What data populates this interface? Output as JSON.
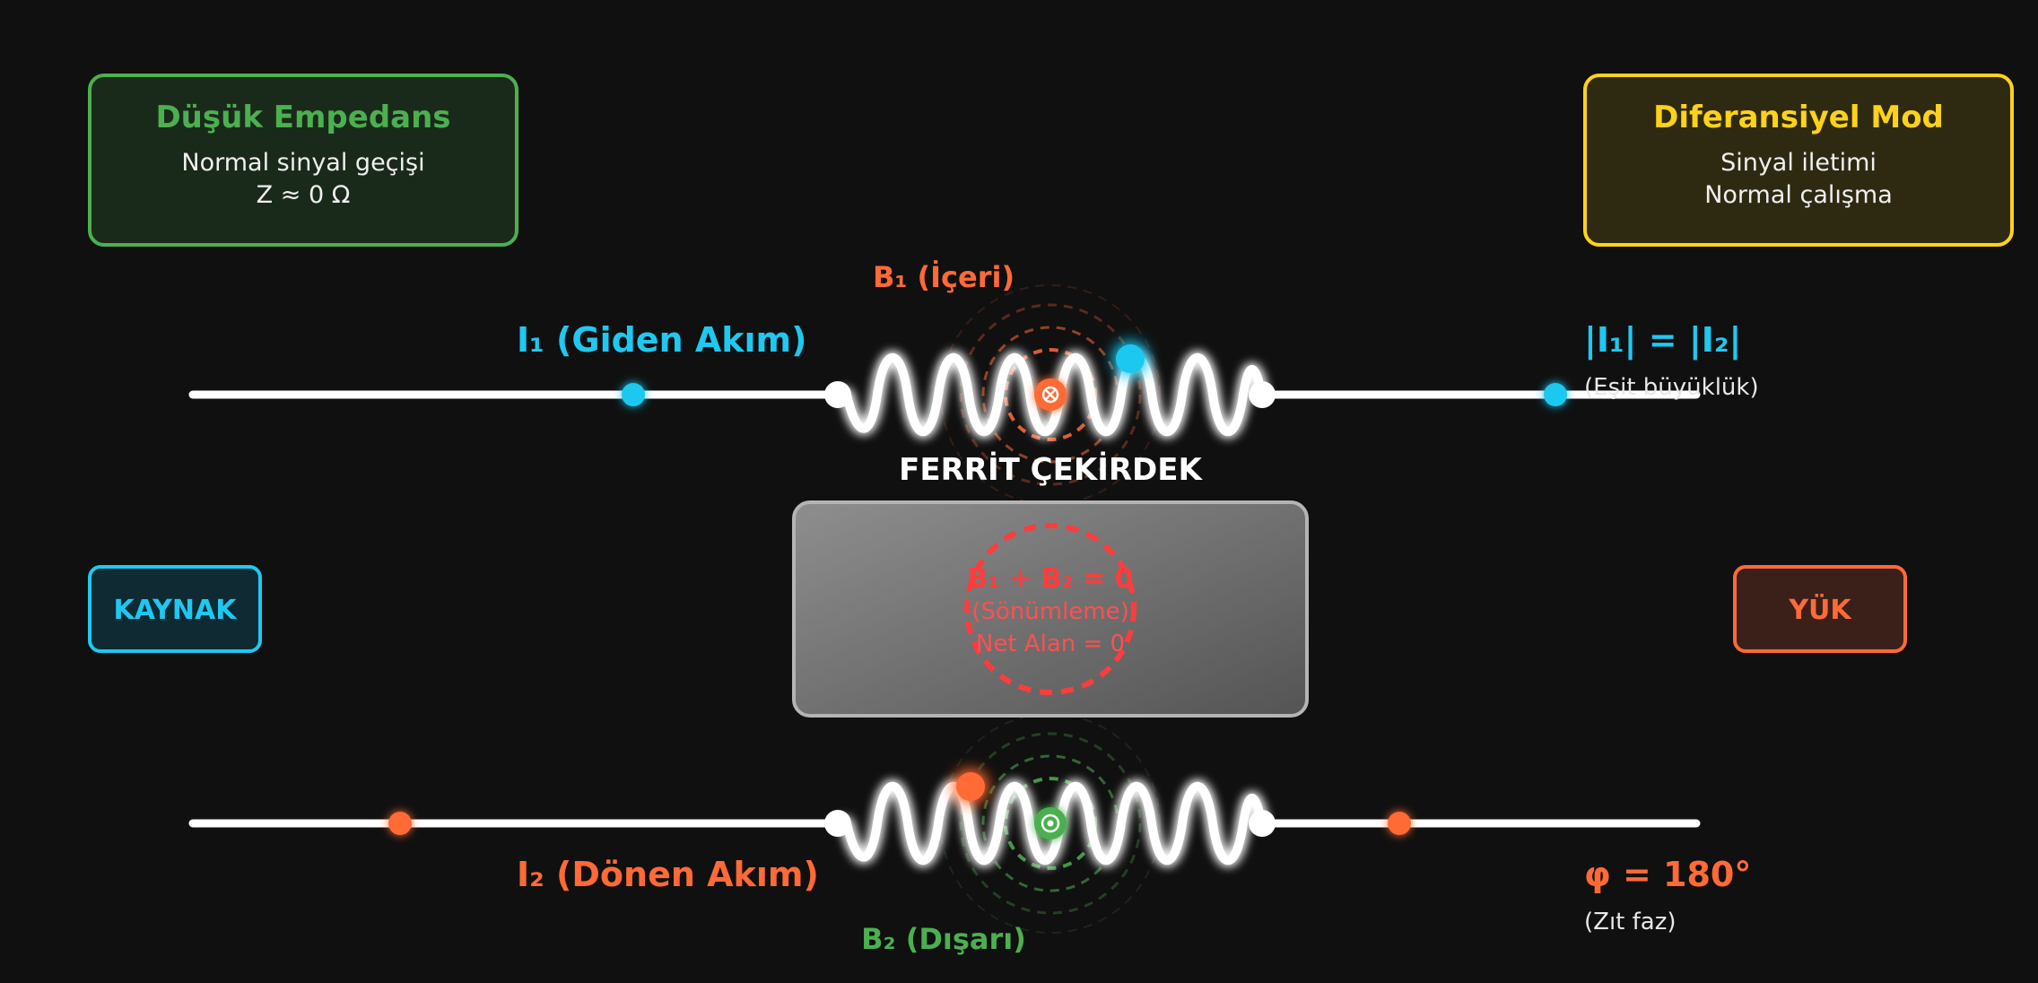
{
  "colors": {
    "background": "#101010",
    "wire": "#ffffff",
    "cyan": "#1fc8f0",
    "orange": "#ff6a36",
    "green": "#4caf50",
    "yellow": "#ffd21a",
    "red": "#ff3c3c",
    "core_gray": "#7a7a7a"
  },
  "boxes": {
    "low_impedance": {
      "title": "Düşük Empedans",
      "line1": "Normal sinyal geçişi",
      "line2": "Z ≈ 0 Ω"
    },
    "differential_mode": {
      "title": "Diferansiyel Mod",
      "line1": "Sinyal iletimi",
      "line2": "Normal çalışma"
    },
    "source_label": "KAYNAK",
    "load_label": "YÜK"
  },
  "labels": {
    "i1": "I₁ (Giden Akım)",
    "i2": "I₂ (Dönen Akım)",
    "b1": "B₁ (İçeri)",
    "b2": "B₂ (Dışarı)",
    "equal_magnitude": "|I₁| = |I₂|",
    "equal_magnitude_note": "(Eşit büyüklük)",
    "phase": "φ = 180°",
    "phase_note": "(Zıt faz)",
    "core_title": "FERRİT ÇEKİRDEK",
    "cancel_eq": "B₁ + B₂ = 0",
    "cancel_note": "(Sönümleme)",
    "net_field": "Net Alan = 0"
  }
}
